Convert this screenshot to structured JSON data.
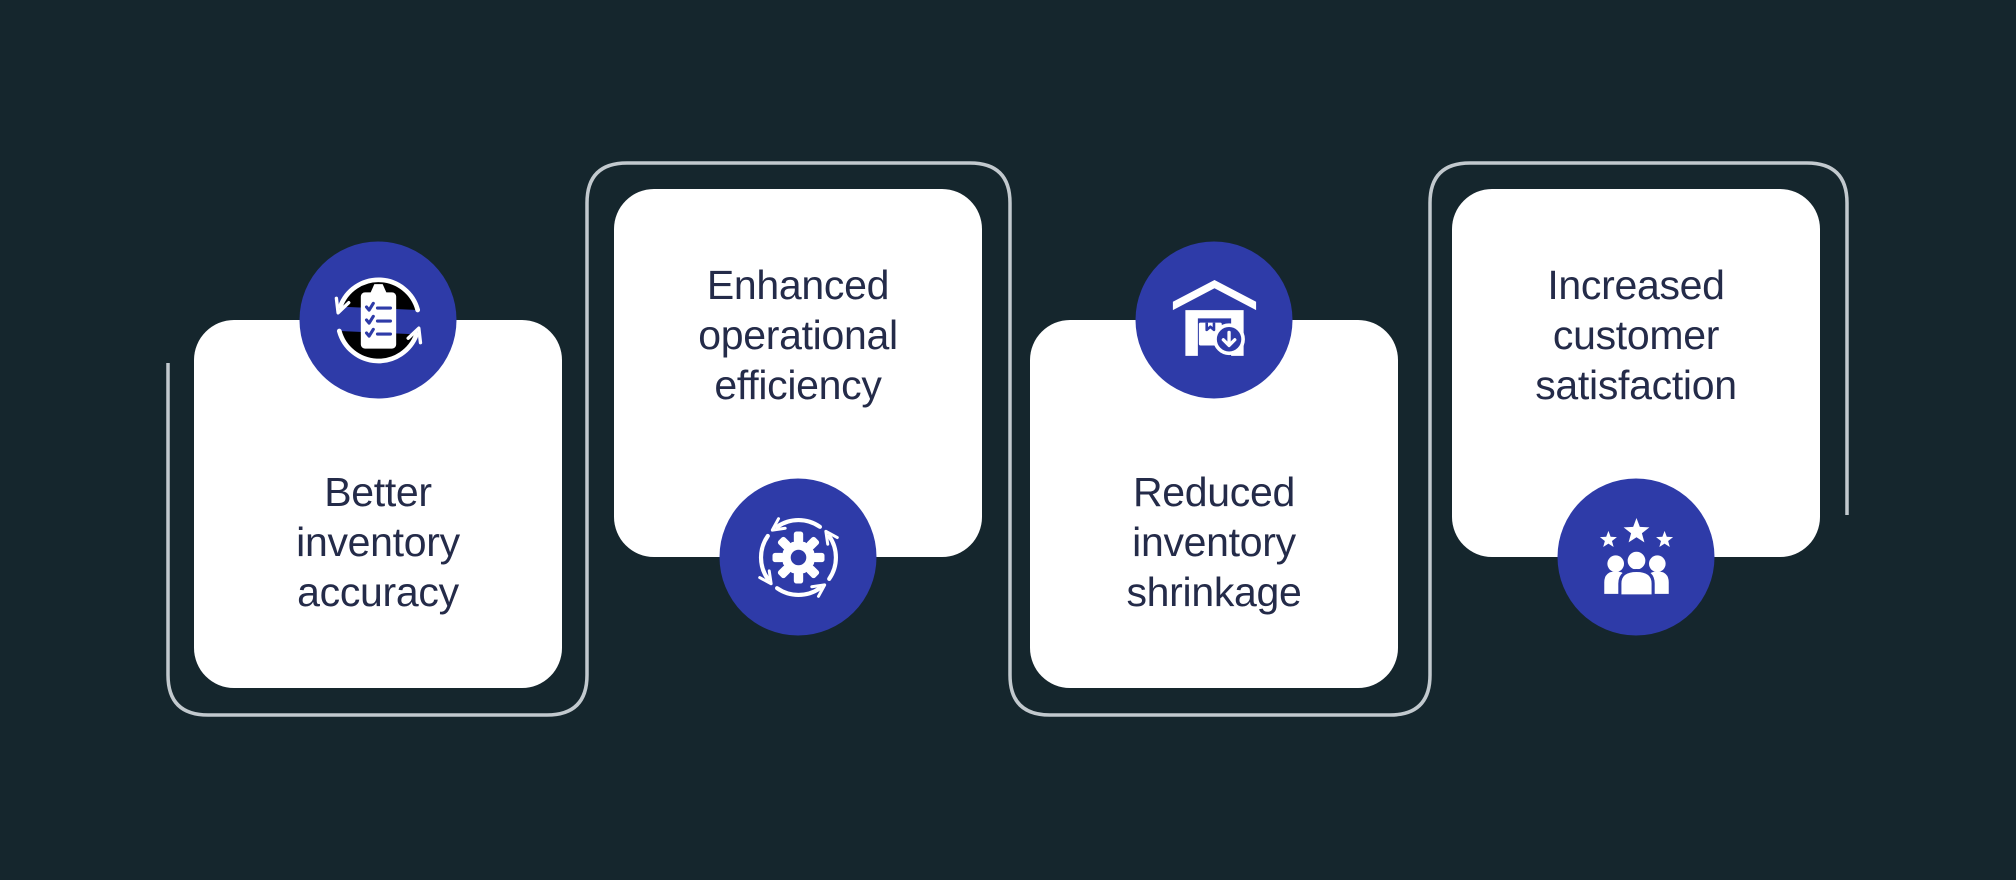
{
  "theme": {
    "background": "#15262D",
    "card_background": "#FFFFFF",
    "accent_blue": "#2E3BA8",
    "text_color": "#242B49",
    "connector_line_color": "#C2C9CE"
  },
  "cards": [
    {
      "label": "Better\ninventory\naccuracy",
      "icon": "clipboard-sync-icon",
      "icon_position": "top"
    },
    {
      "label": "Enhanced\noperational\nefficiency",
      "icon": "gear-cycle-icon",
      "icon_position": "bottom"
    },
    {
      "label": "Reduced\ninventory\nshrinkage",
      "icon": "warehouse-receiving-icon",
      "icon_position": "top"
    },
    {
      "label": "Increased\ncustomer\nsatisfaction",
      "icon": "customers-stars-icon",
      "icon_position": "bottom"
    }
  ]
}
